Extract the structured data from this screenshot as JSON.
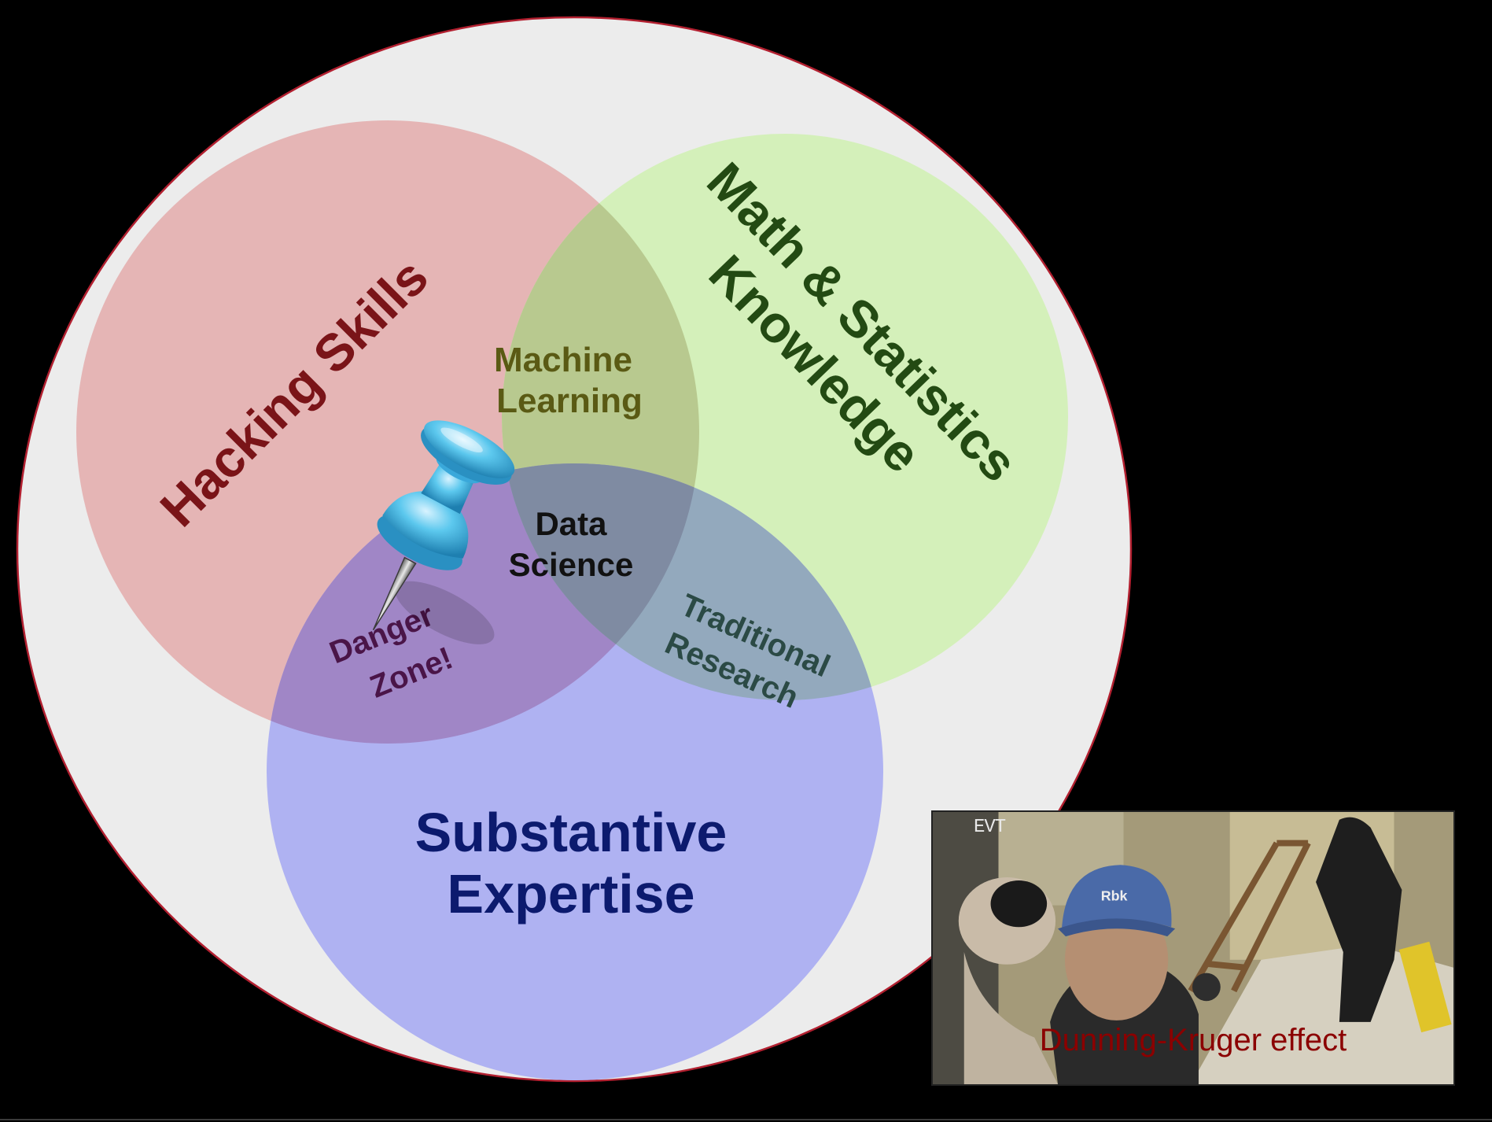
{
  "diagram": {
    "circles": [
      {
        "id": "hacking",
        "label_lines": [
          "Hacking Skills"
        ],
        "fill": "#e5b5b5",
        "text_color": "#7a1418"
      },
      {
        "id": "math",
        "label_lines": [
          "Math & Statistics",
          "Knowledge"
        ],
        "fill": "#d4f0ba",
        "text_color": "#234a13"
      },
      {
        "id": "substantive",
        "label_lines": [
          "Substantive",
          "Expertise"
        ],
        "fill": "#afb2f2",
        "text_color": "#0c1a6e"
      }
    ],
    "intersections": {
      "machine_learning": [
        "Machine",
        "Learning"
      ],
      "data_science": [
        "Data",
        "Science"
      ],
      "danger_zone": [
        "Danger",
        "Zone!"
      ],
      "traditional_research": [
        "Traditional",
        "Research"
      ]
    },
    "colors": {
      "background": "#000000",
      "outer_circle_fill": "#ececec",
      "outer_circle_stroke": "#b22030",
      "machine_learning_text": "#5a5a14",
      "data_science_text": "#111111",
      "danger_zone_text": "#4a1548",
      "traditional_research_text": "#2b4a45",
      "pushpin": "#5cc8ee"
    },
    "icons": [
      "pushpin-icon"
    ]
  },
  "photo": {
    "caption": "Dunning-Kruger effect",
    "camera_tag": "EVT",
    "cap_logo": "Rbk",
    "caption_color": "#8b0000"
  }
}
